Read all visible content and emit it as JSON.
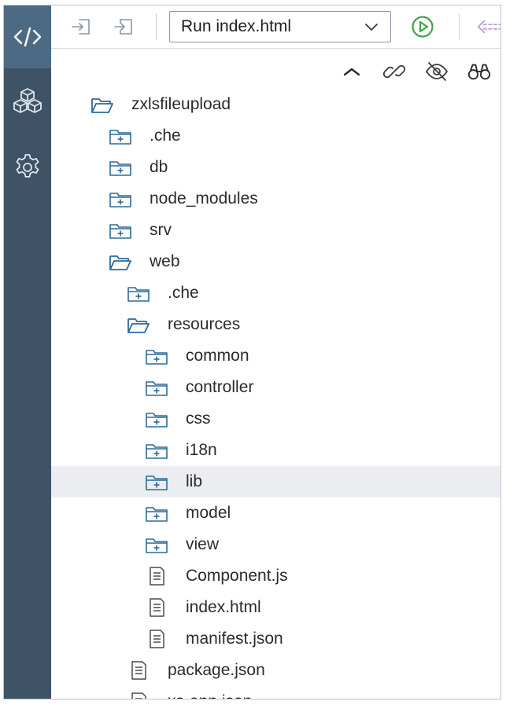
{
  "toolbar": {
    "run_config": "Run index.html"
  },
  "tree": [
    {
      "label": "zxlsfileupload",
      "type": "folder-open",
      "depth": 0
    },
    {
      "label": ".che",
      "type": "folder",
      "depth": 1
    },
    {
      "label": "db",
      "type": "folder",
      "depth": 1
    },
    {
      "label": "node_modules",
      "type": "folder",
      "depth": 1
    },
    {
      "label": "srv",
      "type": "folder",
      "depth": 1
    },
    {
      "label": "web",
      "type": "folder-open",
      "depth": 1
    },
    {
      "label": ".che",
      "type": "folder",
      "depth": 2
    },
    {
      "label": "resources",
      "type": "folder-open",
      "depth": 2
    },
    {
      "label": "common",
      "type": "folder",
      "depth": 3
    },
    {
      "label": "controller",
      "type": "folder",
      "depth": 3
    },
    {
      "label": "css",
      "type": "folder",
      "depth": 3
    },
    {
      "label": "i18n",
      "type": "folder",
      "depth": 3
    },
    {
      "label": "lib",
      "type": "folder",
      "depth": 3,
      "selected": true
    },
    {
      "label": "model",
      "type": "folder",
      "depth": 3
    },
    {
      "label": "view",
      "type": "folder",
      "depth": 3
    },
    {
      "label": "Component.js",
      "type": "file",
      "depth": 3
    },
    {
      "label": "index.html",
      "type": "file",
      "depth": 3
    },
    {
      "label": "manifest.json",
      "type": "file",
      "depth": 3
    },
    {
      "label": "package.json",
      "type": "file",
      "depth": 2
    },
    {
      "label": "xs-app.json",
      "type": "file",
      "depth": 2
    }
  ],
  "icons": {
    "accent": "#2d6a99",
    "run_green": "#3ea34a",
    "activity_bar": "#3e5366"
  }
}
